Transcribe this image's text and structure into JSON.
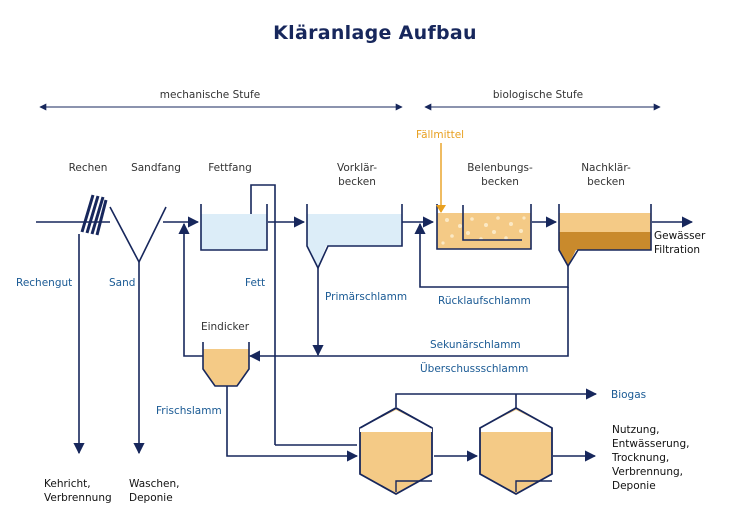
{
  "title": "Kläranlage Aufbau",
  "stages": {
    "mechanical": "mechanische Stufe",
    "biological": "biologische Stufe"
  },
  "units": {
    "rechen": "Rechen",
    "sandfang": "Sandfang",
    "fettfang": "Fettfang",
    "vorklaerbecken": "Vorklär-\nbecken",
    "belebungsbecken": "Belenbungs-\nbecken",
    "nachklaerbecken": "Nachklär-\nbecken",
    "eindicker": "Eindicker"
  },
  "streams": {
    "faellmittel": "Fällmittel",
    "rechengut": "Rechengut",
    "sand": "Sand",
    "fett": "Fett",
    "primaerschlamm": "Primärschlamm",
    "ruecklaufschlamm": "Rücklaufschlamm",
    "sekundaerschlamm": "Sekunärschlamm",
    "ueberschussschlamm": "Überschussschlamm",
    "frischslamm": "Frischslamm",
    "gewaesser": "Gewässer\nFiltration",
    "biogas": "Biogas"
  },
  "outputs": {
    "kehricht": "Kehricht,\nVerbrennung",
    "waschen": "Waschen,\nDeponie",
    "nutzung": "Nutzung,\nEntwässerung,\nTrocknung,\nVerbrennung,\nDeponie"
  },
  "colors": {
    "line": "#17275c",
    "water": "#dcedf8",
    "sludge": "#f4ca86",
    "sludge_dark": "#c98a2c",
    "bubble": "#fbe9c5",
    "label_blue": "#1a5a94",
    "accent_orange": "#e8a020",
    "title": "#17275c"
  }
}
